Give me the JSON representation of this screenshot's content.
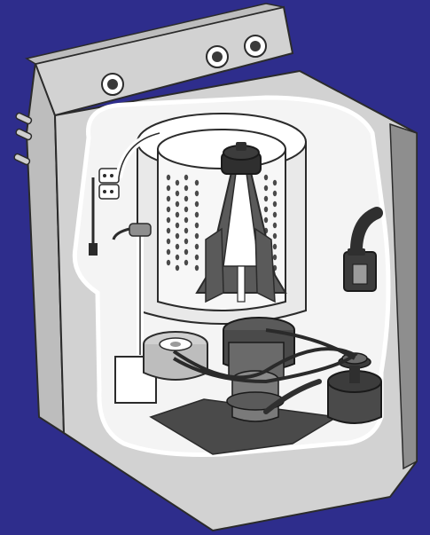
{
  "illustration": {
    "subject": "washing-machine-cutaway",
    "colors": {
      "background": "#2e2d8c",
      "cabinet_side": "#bdbdbd",
      "cabinet_front": "#d2d2d2",
      "cabinet_dark": "#8e8e8e",
      "cutaway_fill": "#f4f4f4",
      "outline": "#2b2b2b",
      "motor_dark": "#4a4a4a",
      "agitator": "#5a5a5a",
      "knob_ring": "#3a3a3a"
    },
    "parts": [
      "control-panel",
      "control-knob",
      "outer-tub",
      "perforated-basket",
      "agitator",
      "agitator-cap",
      "water-inlet-valve",
      "fill-hose",
      "drain-pump",
      "drive-motor",
      "transmission",
      "drive-belt",
      "motor-pulley",
      "water-level-switch"
    ]
  }
}
